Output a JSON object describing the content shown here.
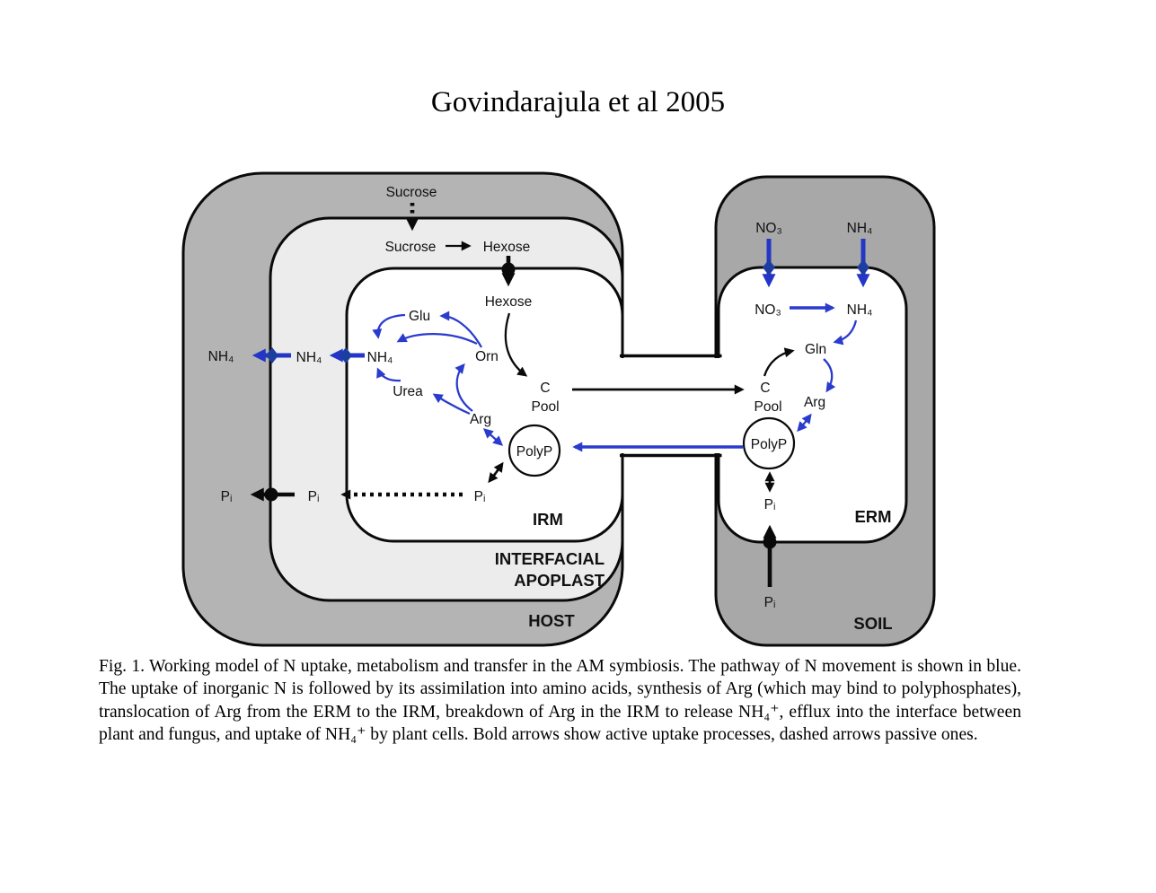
{
  "title": "Govindarajula et al 2005",
  "caption": {
    "text": "Fig. 1. Working model of N uptake, metabolism and transfer in the AM symbiosis. The pathway of N movement is shown in blue. The uptake of inorganic N is followed by its assimilation into amino acids, synthesis of Arg (which may bind to polyphosphates), translocation of Arg from the ERM to the IRM, breakdown of Arg in the IRM to release NH₄⁺, efflux into the interface between plant and fungus, and uptake of NH₄⁺ by plant cells. Bold arrows show active uptake processes, dashed arrows passive ones."
  },
  "colors": {
    "host_gray": "#b4b4b4",
    "apoplast_gray": "#ececec",
    "soil_gray": "#a8a8a8",
    "membrane_white": "#ffffff",
    "black": "#0a0a0a",
    "blue_arrow": "#2a3bcd",
    "blue_transporter": "#1e3da0"
  },
  "regions": {
    "host": "HOST",
    "interfacial_line1": "INTERFACIAL",
    "interfacial_line2": "APOPLAST",
    "irm": "IRM",
    "erm": "ERM",
    "soil": "SOIL"
  },
  "labels": {
    "sucrose_host": "Sucrose",
    "sucrose_apoplast": "Sucrose",
    "hexose_apoplast": "Hexose",
    "hexose_irm": "Hexose",
    "glu": "Glu",
    "orn": "Orn",
    "urea": "Urea",
    "arg_irm": "Arg",
    "nh4_irm": "NH₄",
    "nh4_apoplast": "NH₄",
    "nh4_host": "NH₄",
    "cpool_irm_line1": "C",
    "cpool_irm_line2": "Pool",
    "polyp_irm": "PolyP",
    "pi_irm": "Pᵢ",
    "pi_apoplast": "Pᵢ",
    "pi_host": "Pᵢ",
    "no3_soil": "NO₃",
    "nh4_soil": "NH₄",
    "no3_erm": "NO₃",
    "nh4_erm": "NH₄",
    "gln": "Gln",
    "cpool_erm_line1": "C",
    "cpool_erm_line2": "Pool",
    "arg_erm": "Arg",
    "polyp_erm": "PolyP",
    "pi_erm": "Pᵢ",
    "pi_soil": "Pᵢ"
  },
  "edges": [
    {
      "from": "Sucrose (HOST)",
      "to": "Sucrose (APOPLAST)",
      "style": "dashed-bold",
      "color": "black"
    },
    {
      "from": "Sucrose (APOPLAST)",
      "to": "Hexose (APOPLAST)",
      "style": "solid",
      "color": "black"
    },
    {
      "from": "Hexose (APOPLAST)",
      "to": "Hexose (IRM)",
      "style": "bold",
      "color": "black",
      "transporter": true
    },
    {
      "from": "Hexose (IRM)",
      "to": "C Pool (IRM)",
      "style": "solid",
      "color": "black"
    },
    {
      "from": "C Pool (ERM)",
      "to": "C Pool (IRM)",
      "style": "solid",
      "color": "black"
    },
    {
      "from": "Orn",
      "to": "Glu",
      "style": "solid",
      "color": "blue"
    },
    {
      "from": "Glu",
      "to": "NH4 (IRM)",
      "style": "solid",
      "color": "blue"
    },
    {
      "from": "Orn",
      "to": "NH4 (IRM)",
      "style": "solid",
      "color": "blue"
    },
    {
      "from": "Urea",
      "to": "NH4 (IRM)",
      "style": "solid",
      "color": "blue"
    },
    {
      "from": "Arg (IRM)",
      "to": "Orn",
      "style": "solid",
      "color": "blue"
    },
    {
      "from": "Arg (IRM)",
      "to": "Urea",
      "style": "solid",
      "color": "blue"
    },
    {
      "from": "Arg (IRM)",
      "to": "PolyP (IRM)",
      "style": "double",
      "color": "blue"
    },
    {
      "from": "NH4 (IRM)",
      "to": "NH4 (APOPLAST)",
      "style": "bold",
      "color": "blue",
      "transporter": true
    },
    {
      "from": "NH4 (APOPLAST)",
      "to": "NH4 (HOST)",
      "style": "bold",
      "color": "blue",
      "transporter": true
    },
    {
      "from": "PolyP (ERM)",
      "to": "PolyP (IRM)",
      "style": "solid",
      "color": "blue"
    },
    {
      "from": "PolyP (IRM)",
      "to": "Pi (IRM)",
      "style": "double",
      "color": "black"
    },
    {
      "from": "Pi (IRM)",
      "to": "Pi (APOPLAST)",
      "style": "dotted-bold",
      "color": "black"
    },
    {
      "from": "Pi (APOPLAST)",
      "to": "Pi (HOST)",
      "style": "bold",
      "color": "black",
      "transporter": true
    },
    {
      "from": "NO3 (SOIL)",
      "to": "NO3 (ERM)",
      "style": "bold",
      "color": "blue",
      "transporter": true
    },
    {
      "from": "NH4 (SOIL)",
      "to": "NH4 (ERM)",
      "style": "bold",
      "color": "blue",
      "transporter": true
    },
    {
      "from": "NO3 (ERM)",
      "to": "NH4 (ERM)",
      "style": "solid",
      "color": "blue"
    },
    {
      "from": "NH4 (ERM)",
      "to": "Gln",
      "style": "solid",
      "color": "blue"
    },
    {
      "from": "C Pool (ERM)",
      "to": "Gln",
      "style": "solid",
      "color": "black"
    },
    {
      "from": "Gln",
      "to": "Arg (ERM)",
      "style": "solid",
      "color": "blue"
    },
    {
      "from": "Arg (ERM)",
      "to": "PolyP (ERM)",
      "style": "double",
      "color": "blue"
    },
    {
      "from": "PolyP (ERM)",
      "to": "Pi (ERM)",
      "style": "double",
      "color": "black"
    },
    {
      "from": "Pi (SOIL)",
      "to": "Pi (ERM)",
      "style": "bold",
      "color": "black",
      "transporter": true
    }
  ]
}
